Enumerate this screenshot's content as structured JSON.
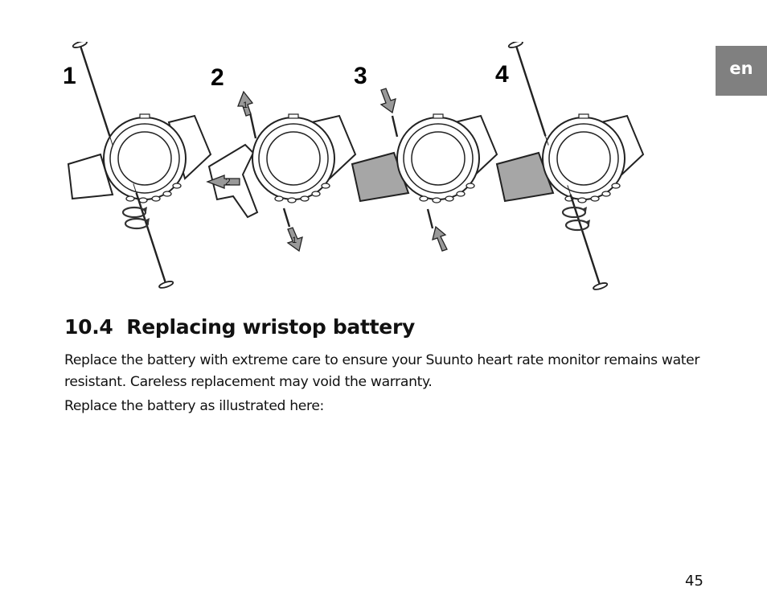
{
  "language_tab": "en",
  "figure": {
    "steps": [
      "1",
      "2",
      "3",
      "4"
    ],
    "arrow_labels": [
      "1",
      "2",
      "1"
    ],
    "icons": [
      "pin-tool-icon",
      "watch-icon",
      "strap-icon",
      "rotate-icon",
      "arrow-icon"
    ]
  },
  "section": {
    "heading": "10.4  Replacing wristop battery",
    "paragraphs": [
      "Replace the battery with extreme care to ensure your Suunto heart rate monitor remains water resistant. Careless replacement may void the warranty.",
      "Replace the battery as illustrated here:"
    ]
  },
  "page_number": "45"
}
